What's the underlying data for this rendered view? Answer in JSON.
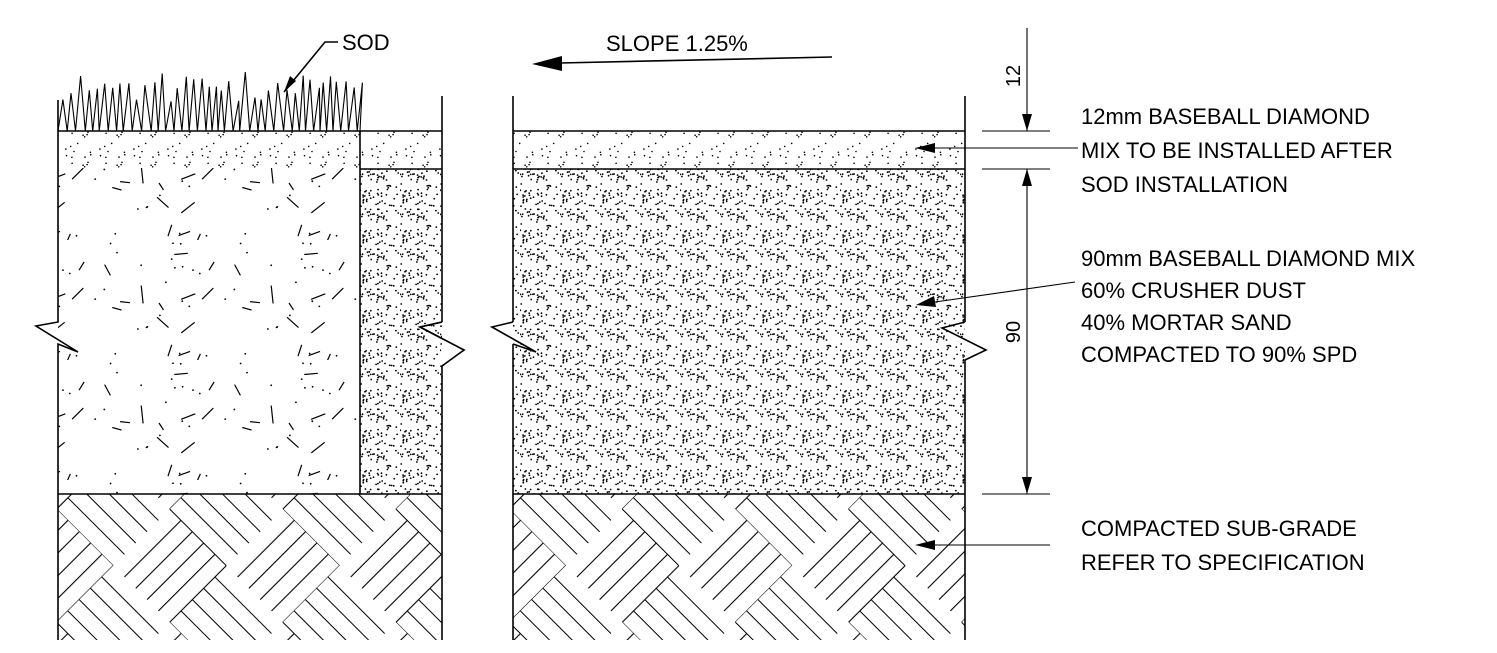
{
  "labels": {
    "sod": "SOD",
    "slope": "SLOPE  1.25%",
    "dim_top": "12",
    "dim_mid": "90",
    "note_top": [
      "12mm BASEBALL DIAMOND",
      "MIX TO BE INSTALLED AFTER",
      "SOD INSTALLATION"
    ],
    "note_mid": [
      "90mm BASEBALL DIAMOND MIX",
      "60% CRUSHER DUST",
      "40% MORTAR SAND",
      "COMPACTED TO 90% SPD"
    ],
    "note_bottom": [
      "COMPACTED SUB-GRADE",
      "REFER TO SPECIFICATION"
    ]
  },
  "colors": {
    "ink": "#000000",
    "paper": "#ffffff"
  },
  "icons": {
    "slope_arrow": "arrow-left-icon",
    "leader_arrow": "arrow-left-icon"
  }
}
